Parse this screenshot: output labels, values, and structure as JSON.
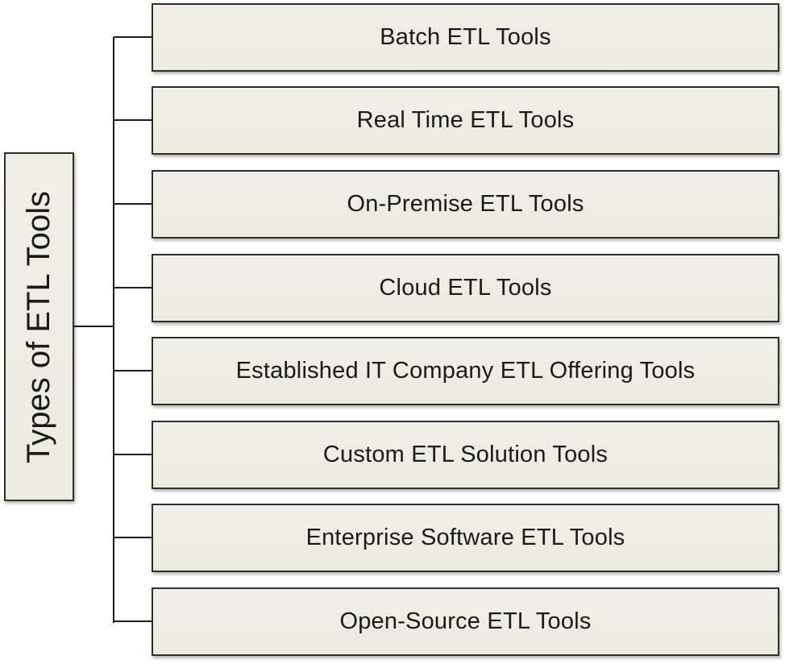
{
  "diagram": {
    "root": {
      "label": "Types of ETL Tools"
    },
    "children": [
      {
        "label": "Batch ETL Tools"
      },
      {
        "label": "Real Time ETL Tools"
      },
      {
        "label": "On-Premise ETL Tools"
      },
      {
        "label": "Cloud ETL Tools"
      },
      {
        "label": "Established IT Company ETL Offering Tools"
      },
      {
        "label": "Custom ETL Solution Tools"
      },
      {
        "label": "Enterprise Software ETL Tools"
      },
      {
        "label": "Open-Source ETL Tools"
      }
    ],
    "colors": {
      "box_fill": "#EEEDE3",
      "box_border": "#2E2E2B",
      "text": "#1A1A1A",
      "connector": "#1C1C1C",
      "background": "#FFFFFF"
    }
  }
}
